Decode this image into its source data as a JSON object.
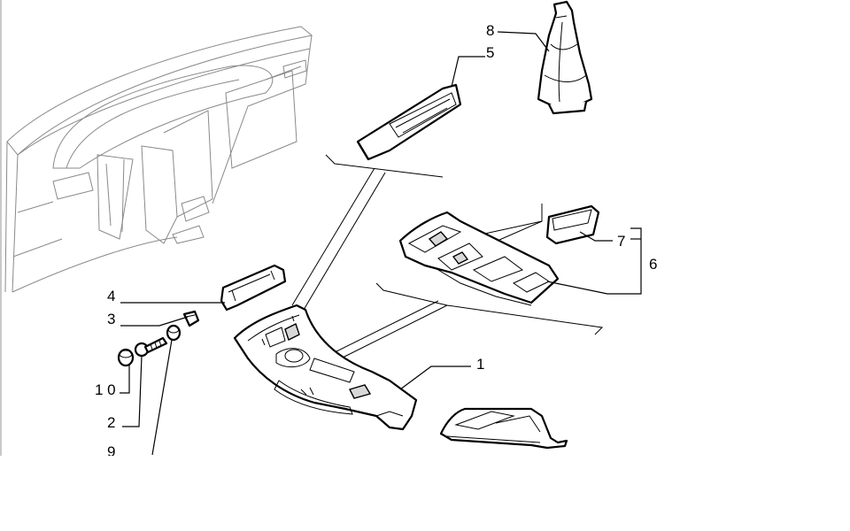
{
  "callouts": {
    "c1": "1",
    "c2": "2",
    "c3": "3",
    "c4": "4",
    "c5": "5",
    "c6": "6",
    "c7": "7",
    "c8": "8",
    "c9": "9",
    "c10": "1 0"
  }
}
